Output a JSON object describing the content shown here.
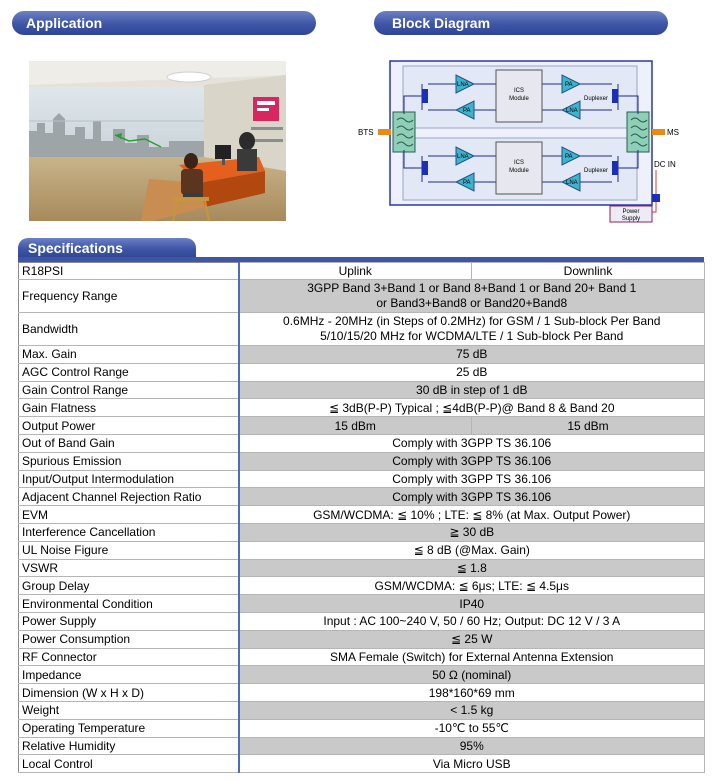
{
  "headers": {
    "application": "Application",
    "block_diagram": "Block Diagram",
    "specifications": "Specifications"
  },
  "diagram": {
    "bts": "BTS",
    "ms": "MS",
    "dc_in": "DC IN",
    "lna": "LNA",
    "pa": "PA",
    "ics_line1": "ICS",
    "ics_line2": "Module",
    "duplexer": "Duplexer",
    "power_line1": "Power",
    "power_line2": "Supply"
  },
  "table": {
    "model": "R18PSI",
    "col_uplink": "Uplink",
    "col_downlink": "Downlink",
    "rows": [
      {
        "label": "Frequency Range",
        "value": "3GPP Band 3+Band 1 or Band 8+Band 1 or Band 20+ Band 1",
        "value2": "or Band3+Band8 or Band20+Band8"
      },
      {
        "label": "Bandwidth",
        "value": "0.6MHz - 20MHz (in Steps of 0.2MHz) for GSM / 1 Sub-block Per Band",
        "value2": "5/10/15/20 MHz for WCDMA/LTE / 1 Sub-block Per Band"
      },
      {
        "label": "Max. Gain",
        "value": "75 dB"
      },
      {
        "label": "AGC Control Range",
        "value": "25 dB"
      },
      {
        "label": "Gain Control Range",
        "value": "30 dB in step of 1 dB"
      },
      {
        "label": "Gain Flatness",
        "value": "≦ 3dB(P-P) Typical ; ≦4dB(P-P)@ Band 8 & Band 20"
      },
      {
        "label": "Output Power",
        "uplink": "15 dBm",
        "downlink": "15 dBm"
      },
      {
        "label": "Out of Band Gain",
        "value": "Comply with 3GPP TS 36.106"
      },
      {
        "label": "Spurious Emission",
        "value": "Comply with 3GPP TS 36.106"
      },
      {
        "label": "Input/Output Intermodulation",
        "value": "Comply with 3GPP TS 36.106"
      },
      {
        "label": "Adjacent Channel Rejection Ratio",
        "value": "Comply with 3GPP TS 36.106"
      },
      {
        "label": "EVM",
        "value": "GSM/WCDMA: ≦ 10% ; LTE: ≦ 8% (at Max. Output Power)"
      },
      {
        "label": "Interference Cancellation",
        "value": "≧ 30 dB"
      },
      {
        "label": "UL Noise Figure",
        "value": "≦ 8 dB (@Max. Gain)"
      },
      {
        "label": "VSWR",
        "value": "≦ 1.8"
      },
      {
        "label": "Group Delay",
        "value": "GSM/WCDMA: ≦ 6μs; LTE: ≦ 4.5μs"
      },
      {
        "label": "Environmental Condition",
        "value": "IP40"
      },
      {
        "label": "Power Supply",
        "value": "Input : AC 100~240 V, 50 / 60 Hz; Output: DC 12 V / 3 A"
      },
      {
        "label": "Power Consumption",
        "value": "≦ 25 W"
      },
      {
        "label": "RF Connector",
        "value": "SMA Female (Switch) for External Antenna Extension"
      },
      {
        "label": "Impedance",
        "value": "50 Ω (nominal)"
      },
      {
        "label": "Dimension (W x H x D)",
        "value": "198*160*69 mm"
      },
      {
        "label": "Weight",
        "value": "< 1.5 kg"
      },
      {
        "label": "Operating Temperature",
        "value": "-10℃ to 55℃"
      },
      {
        "label": "Relative Humidity",
        "value": "95%"
      },
      {
        "label": "Local Control",
        "value": "Via Micro USB"
      }
    ]
  },
  "colors": {
    "header_blue": "#3f55a6",
    "row_shade": "#c9c9c9",
    "lna_fill": "#3fb3c9",
    "duplexer_fill": "#8fcfb8",
    "block_blue": "#1c2fb8",
    "port_orange": "#e88a1a",
    "signal_green": "#2a9b37"
  }
}
